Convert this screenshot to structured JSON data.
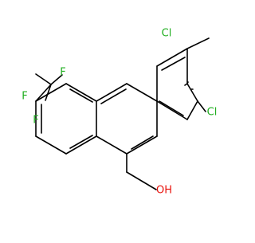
{
  "molecule": {
    "atoms": {
      "cl_top": "Cl",
      "cl_right": "Cl",
      "f_top": "F",
      "f_left_upper": "F",
      "f_left_lower": "F",
      "hydroxyl": "OH"
    }
  },
  "colors": {
    "bond": "#000000",
    "chlorine": "#1fae1f",
    "fluorine": "#1fae1f",
    "oxygen": "#e8140e",
    "hydrogen": "#e8140e",
    "background": "#ffffff"
  }
}
